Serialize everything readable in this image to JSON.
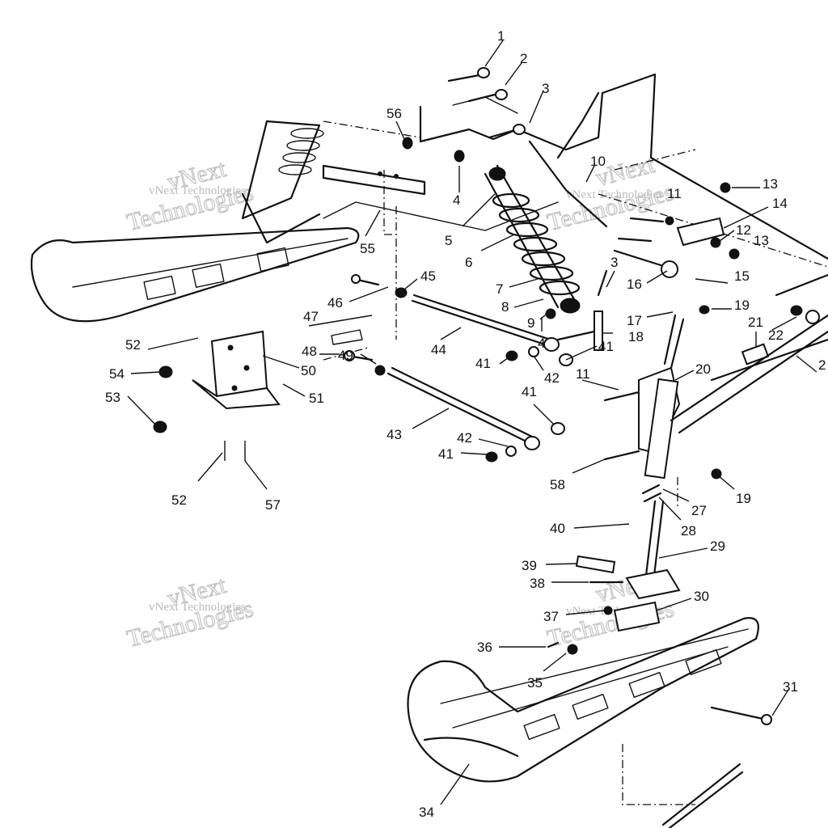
{
  "watermark": {
    "line1": "vNext",
    "line2": "vNext Technologies",
    "line3": "Technologies"
  },
  "callouts": [
    "1",
    "2",
    "3",
    "56",
    "10",
    "13",
    "14",
    "11",
    "12",
    "13",
    "4",
    "5",
    "6",
    "3",
    "16",
    "15",
    "7",
    "8",
    "9",
    "4",
    "45",
    "46",
    "47",
    "48",
    "44",
    "49",
    "41",
    "42",
    "41",
    "41",
    "42",
    "41",
    "43",
    "17",
    "18",
    "19",
    "21",
    "22",
    "20",
    "11",
    "58",
    "19",
    "27",
    "28",
    "40",
    "29",
    "39",
    "38",
    "37",
    "30",
    "36",
    "35",
    "31",
    "34",
    "52",
    "54",
    "53",
    "50",
    "51",
    "52",
    "57",
    "55",
    "2"
  ]
}
